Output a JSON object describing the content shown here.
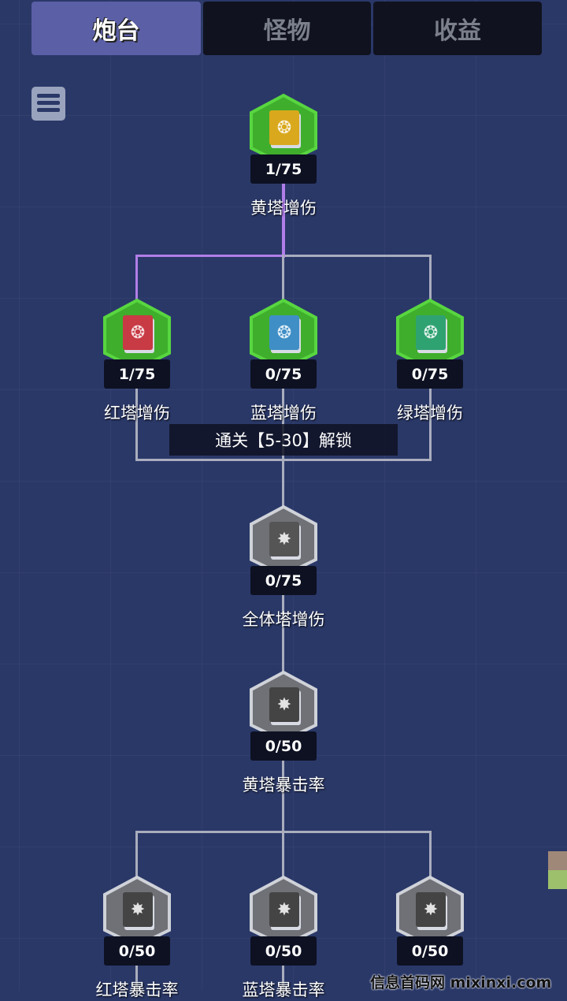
{
  "tabs": [
    {
      "label": "炮台",
      "active": true
    },
    {
      "label": "怪物",
      "active": false
    },
    {
      "label": "收益",
      "active": false
    }
  ],
  "list_icon": "list-icon",
  "tooltip": "通关【5-30】解锁",
  "colors": {
    "unlocked_border": "#58d640",
    "locked_border": "#cfd2d8",
    "path_active": "#b07ee8",
    "path": "#a9adbd"
  },
  "nodes": [
    {
      "label": "黄塔增伤",
      "progress": "1/75",
      "state": "unlocked",
      "color": "#d9a81c",
      "icon": "flame-icon"
    },
    {
      "label": "红塔增伤",
      "progress": "1/75",
      "state": "unlocked",
      "color": "#c83a44",
      "icon": "flame-icon"
    },
    {
      "label": "蓝塔增伤",
      "progress": "0/75",
      "state": "unlocked",
      "color": "#3f8fc6",
      "icon": "flame-icon"
    },
    {
      "label": "绿塔增伤",
      "progress": "0/75",
      "state": "unlocked",
      "color": "#2fa272",
      "icon": "flame-icon"
    },
    {
      "label": "全体塔增伤",
      "progress": "0/75",
      "state": "locked",
      "color": "#555",
      "icon": "flame-icon"
    },
    {
      "label": "黄塔暴击率",
      "progress": "0/50",
      "state": "locked",
      "color": "#444",
      "icon": "crit-burst-icon"
    },
    {
      "label": "红塔暴击率",
      "progress": "0/50",
      "state": "locked",
      "color": "#444",
      "icon": "crit-burst-icon"
    },
    {
      "label": "蓝塔暴击率",
      "progress": "0/50",
      "state": "locked",
      "color": "#444",
      "icon": "crit-burst-icon"
    },
    {
      "label": "",
      "progress": "0/50",
      "state": "locked",
      "color": "#444",
      "icon": "crit-burst-icon"
    }
  ],
  "watermark": "信息首码网 mixinxi.com"
}
